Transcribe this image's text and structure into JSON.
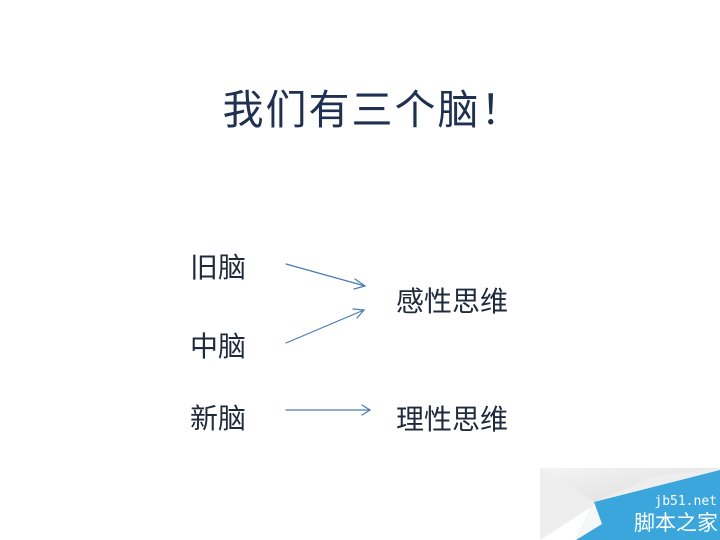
{
  "slide": {
    "title": "我们有三个脑！",
    "left_items": [
      {
        "label": "旧脑"
      },
      {
        "label": "中脑"
      },
      {
        "label": "新脑"
      }
    ],
    "right_items": [
      {
        "label": "感性思维"
      },
      {
        "label": "理性思维"
      }
    ],
    "arrow_color": "#4a7cb3",
    "text_color": "#1f2a3c"
  },
  "watermark": {
    "site": "jb51.net",
    "name": "脚本之家",
    "color": "#3aa6dc"
  }
}
